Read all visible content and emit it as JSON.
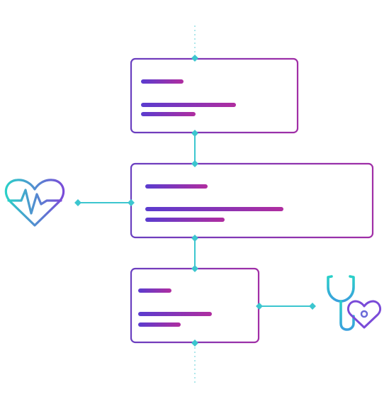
{
  "colors": {
    "background": "#ffffff",
    "connector": "#3cc6cf",
    "node_dot": "#3cc6cf",
    "card_border_start": "#6a3fc0",
    "card_border_end": "#a02ea6",
    "placeholder_start": "#5b3ccf",
    "placeholder_end": "#b02d9f",
    "icon_teal": "#2ad0c8",
    "icon_purple": "#7a4bd8"
  },
  "diagram": {
    "cards": [
      {
        "name": "card-top",
        "placeholder_lines": 3
      },
      {
        "name": "card-middle",
        "placeholder_lines": 3
      },
      {
        "name": "card-bottom",
        "placeholder_lines": 3
      }
    ],
    "side_icons": [
      {
        "name": "heart-pulse-icon",
        "attached_to": "card-middle",
        "side": "left"
      },
      {
        "name": "stethoscope-heart-icon",
        "attached_to": "card-bottom",
        "side": "right"
      }
    ]
  }
}
